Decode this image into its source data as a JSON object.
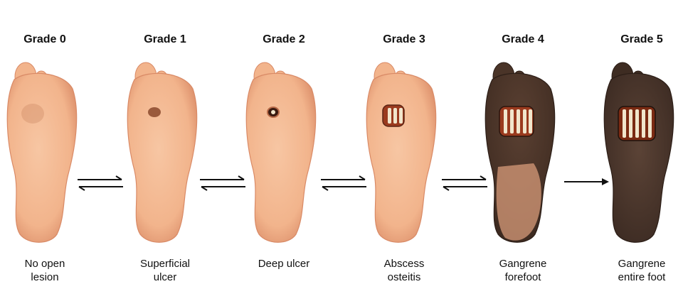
{
  "stages": [
    {
      "title": "Grade 0",
      "caption": [
        "No open",
        "lesion"
      ]
    },
    {
      "title": "Grade 1",
      "caption": [
        "Superficial",
        "ulcer"
      ]
    },
    {
      "title": "Grade 2",
      "caption": [
        "Deep ulcer"
      ]
    },
    {
      "title": "Grade 3",
      "caption": [
        "Abscess",
        "osteitis"
      ]
    },
    {
      "title": "Grade 4",
      "caption": [
        "Gangrene",
        "forefoot"
      ]
    },
    {
      "title": "Grade 5",
      "caption": [
        "Gangrene",
        "entire foot"
      ]
    }
  ],
  "transitions": [
    "reversible",
    "reversible",
    "reversible",
    "reversible",
    "one-way"
  ],
  "colors": {
    "skin": "#f2b48c",
    "skin_shadow": "#d98a66",
    "necrotic": "#4a3428",
    "wound": "#9a3a1e",
    "bone": "#f1e6cc",
    "arrow": "#111111"
  }
}
